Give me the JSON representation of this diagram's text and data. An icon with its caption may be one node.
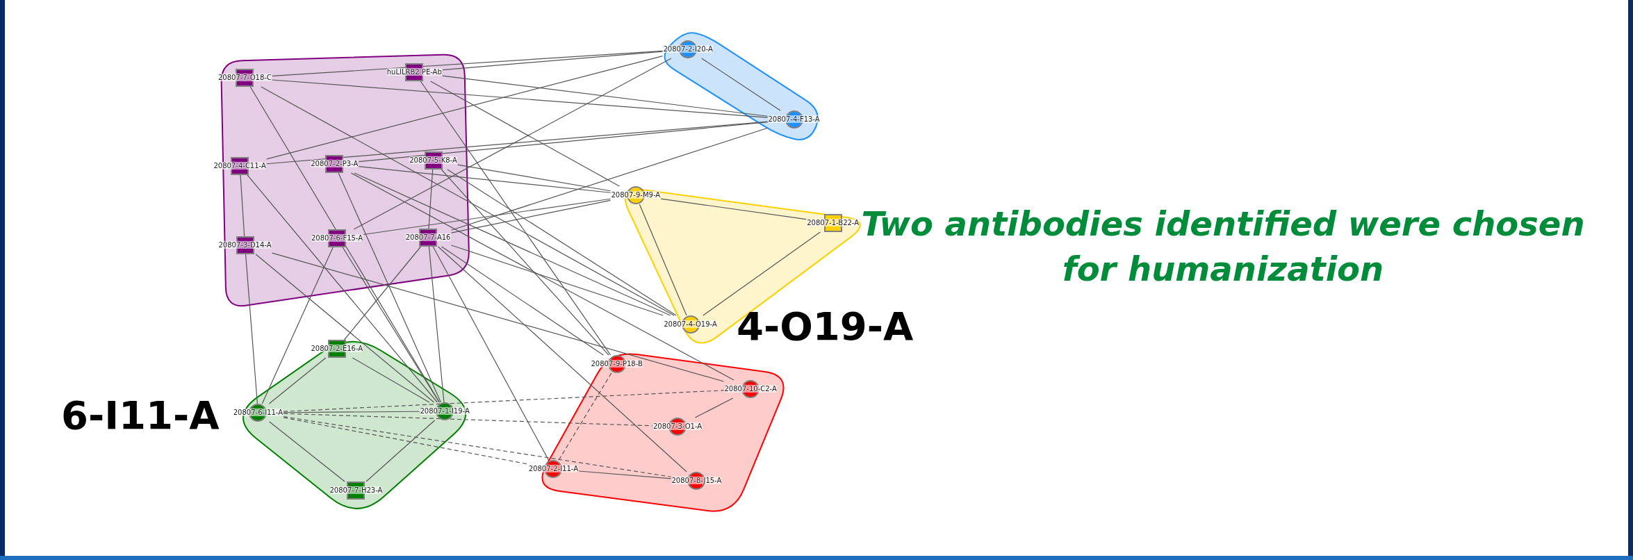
{
  "diagram": {
    "nodes": [
      {
        "text": [],
        "shape": "box"
      },
      {
        "text": [
          "20807-7-O18-C"
        ],
        "in": 0
      },
      {
        "text": [
          "huLILRB2 PE-Ab"
        ],
        "in": 0
      },
      {
        "text": [
          "20807-4-C11-A"
        ],
        "in": 0
      },
      {
        "text": [
          "20807-2-P3-A"
        ],
        "in": 0
      },
      {
        "text": [
          "20807-5-K8-A"
        ],
        "in": 0
      },
      {
        "text": [
          "20807-3-D14-A"
        ],
        "in": 0
      },
      {
        "text": [
          "20807-6-F15-A"
        ],
        "in": 0
      },
      {
        "text": [
          "20807-7-A16"
        ],
        "in": 0
      },
      {
        "text": [],
        "shape": "box"
      },
      {
        "text": [
          "20807-2-I20-A"
        ],
        "in": 9
      },
      {
        "text": [
          "20807-4-F13-A"
        ],
        "in": 9
      },
      {
        "text": [],
        "shape": "box"
      },
      {
        "text": [
          "20807-9-M9-A"
        ],
        "in": 12
      },
      {
        "text": [
          "20807-1-B22-A"
        ],
        "in": 12
      },
      {
        "text": [
          "20807-4-O19-A"
        ],
        "in": 12,
        "beside": [
          "4-O19-A"
        ]
      },
      {
        "text": [],
        "shape": "box"
      },
      {
        "text": [
          "20807-2-E16-A"
        ],
        "in": 16
      },
      {
        "text": [
          "20807-6-I11-A"
        ],
        "in": 16,
        "beside": [
          "6-I11-A"
        ]
      },
      {
        "text": [
          "20807-1-I19-A"
        ],
        "in": 16
      },
      {
        "text": [
          "20807-7-H23-A"
        ],
        "in": 16
      },
      {
        "text": [],
        "shape": "box"
      },
      {
        "text": [
          "20807-9-P18-B"
        ],
        "in": 21
      },
      {
        "text": [
          "20807-10-C2-A"
        ],
        "in": 21
      },
      {
        "text": [
          "20807-3-O1-A"
        ],
        "in": 21
      },
      {
        "text": [
          "20807-2-I11-A"
        ],
        "in": 21
      },
      {
        "text": [
          "20807-8-J15-A"
        ],
        "in": 21
      }
    ],
    "edges": [
      {
        "from": 10,
        "to": 11,
        "arrow": "none"
      },
      {
        "from": 13,
        "to": 14,
        "arrow": "none"
      },
      {
        "from": 13,
        "to": 15,
        "arrow": "none"
      },
      {
        "from": 14,
        "to": 15,
        "arrow": "none"
      },
      {
        "from": 17,
        "to": 18,
        "arrow": "none"
      },
      {
        "from": 17,
        "to": 19,
        "arrow": "none"
      },
      {
        "from": 18,
        "to": 19,
        "arrow": "none"
      },
      {
        "from": 18,
        "to": 20,
        "arrow": "none"
      },
      {
        "from": 19,
        "to": 20,
        "arrow": "none"
      },
      {
        "from": 23,
        "to": 24,
        "arrow": "none"
      },
      {
        "from": 25,
        "to": 26,
        "arrow": "none"
      },
      {
        "from": 22,
        "to": 25,
        "arrow": "none",
        "style": "dashed"
      },
      {
        "from": 3,
        "to": 6,
        "arrow": "none"
      },
      {
        "from": 5,
        "to": 8,
        "arrow": "none"
      },
      {
        "from": 1,
        "to": 10,
        "arrow": "none"
      },
      {
        "from": 1,
        "to": 11,
        "arrow": "none"
      },
      {
        "from": 1,
        "to": 15,
        "arrow": "none"
      },
      {
        "from": 1,
        "to": 19,
        "arrow": "none"
      },
      {
        "from": 2,
        "to": 10,
        "arrow": "none"
      },
      {
        "from": 2,
        "to": 11,
        "arrow": "none"
      },
      {
        "from": 2,
        "to": 13,
        "arrow": "none"
      },
      {
        "from": 2,
        "to": 22,
        "arrow": "none"
      },
      {
        "from": 3,
        "to": 10,
        "arrow": "none"
      },
      {
        "from": 3,
        "to": 11,
        "arrow": "none"
      },
      {
        "from": 3,
        "to": 19,
        "arrow": "none"
      },
      {
        "from": 4,
        "to": 11,
        "arrow": "none"
      },
      {
        "from": 4,
        "to": 13,
        "arrow": "none"
      },
      {
        "from": 4,
        "to": 15,
        "arrow": "none"
      },
      {
        "from": 4,
        "to": 19,
        "arrow": "none"
      },
      {
        "from": 4,
        "to": 23,
        "arrow": "none"
      },
      {
        "from": 5,
        "to": 13,
        "arrow": "none"
      },
      {
        "from": 5,
        "to": 15,
        "arrow": "none"
      },
      {
        "from": 5,
        "to": 22,
        "arrow": "none"
      },
      {
        "from": 6,
        "to": 18,
        "arrow": "none"
      },
      {
        "from": 6,
        "to": 19,
        "arrow": "none"
      },
      {
        "from": 6,
        "to": 23,
        "arrow": "none"
      },
      {
        "from": 7,
        "to": 10,
        "arrow": "none"
      },
      {
        "from": 7,
        "to": 13,
        "arrow": "none"
      },
      {
        "from": 7,
        "to": 18,
        "arrow": "none"
      },
      {
        "from": 7,
        "to": 19,
        "arrow": "none"
      },
      {
        "from": 8,
        "to": 11,
        "arrow": "none"
      },
      {
        "from": 8,
        "to": 13,
        "arrow": "none"
      },
      {
        "from": 8,
        "to": 15,
        "arrow": "none"
      },
      {
        "from": 8,
        "to": 22,
        "arrow": "none"
      },
      {
        "from": 8,
        "to": 26,
        "arrow": "none"
      },
      {
        "from": 8,
        "to": 25,
        "arrow": "none"
      },
      {
        "from": 8,
        "to": 17,
        "arrow": "none"
      },
      {
        "from": 8,
        "to": 19,
        "arrow": "none"
      },
      {
        "from": 18,
        "to": 23,
        "arrow": "none",
        "style": "dashed"
      },
      {
        "from": 18,
        "to": 24,
        "arrow": "none",
        "style": "dashed"
      },
      {
        "from": 18,
        "to": 25,
        "arrow": "none",
        "style": "dashed"
      },
      {
        "from": 18,
        "to": 26,
        "arrow": "none",
        "style": "dashed"
      }
    ],
    "labels": [
      "Two antibodies identified were chosen for humanization"
    ]
  }
}
